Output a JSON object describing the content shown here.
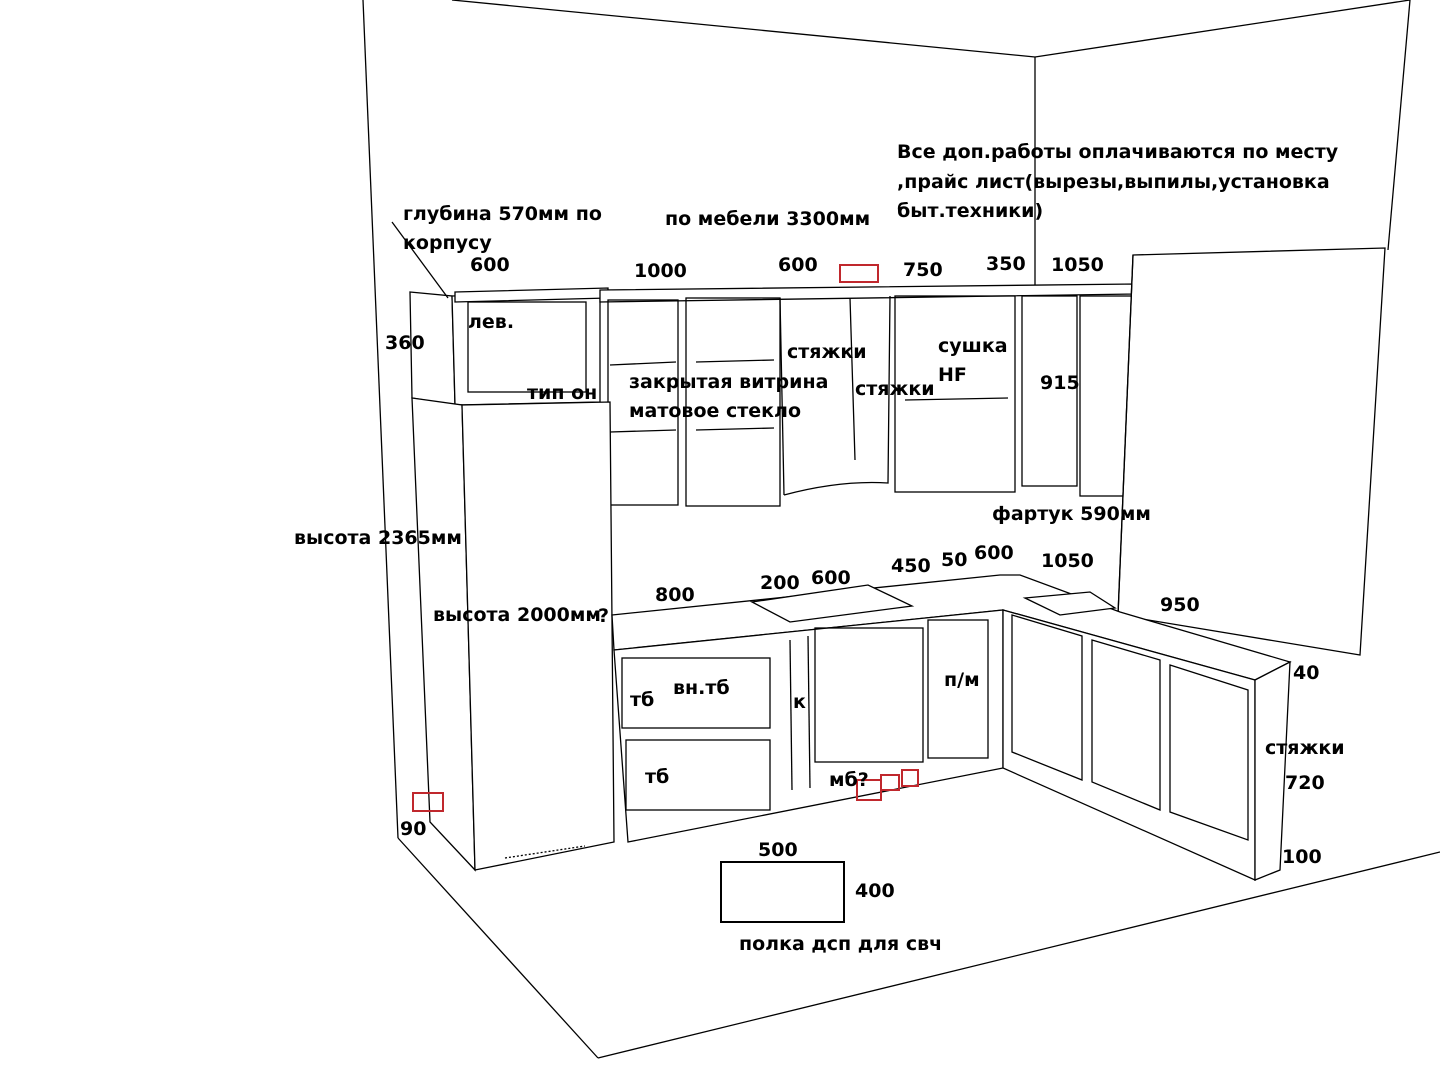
{
  "note": {
    "line1": "Все доп.работы оплачиваются по месту",
    "line2": ",прайс лист(вырезы,выпилы,установка",
    "line3": "быт.техники)"
  },
  "labels": {
    "depth1": "глубина 570мм по",
    "depth2": "корпусу",
    "total": "по мебели 3300мм",
    "w600a": "600",
    "w1000": "1000",
    "w600b": "600",
    "w750": "750",
    "w350": "350",
    "w1050a": "1050",
    "h360": "360",
    "left": "лев.",
    "hood_type": "тип он",
    "vitrine1": "закрытая витрина",
    "vitrine2": "матовое стекло",
    "ties1": "стяжки",
    "ties2": "стяжки",
    "dryer1": "сушка",
    "dryer2": "HF",
    "h915": "915",
    "apron": "фартук 590мм",
    "height_total": "высота 2365мм",
    "height_fridge": "высота 2000мм",
    "q": "?",
    "b800": "800",
    "b200": "200",
    "b600a": "600",
    "b450": "450",
    "b50": "50",
    "b600b": "600",
    "b1050": "1050",
    "b950": "950",
    "tb1": "тб",
    "vntb": "вн.тб",
    "tb2": "тб",
    "k": "к",
    "pm": "п/м",
    "mb": "мб?",
    "h40": "40",
    "ties3": "стяжки",
    "h720": "720",
    "h100": "100",
    "h90": "90",
    "shelf_w": "500",
    "shelf_h": "400",
    "shelf": "полка дсп для свч"
  },
  "colors": {
    "marker": "#c0282d",
    "line": "#000000"
  }
}
